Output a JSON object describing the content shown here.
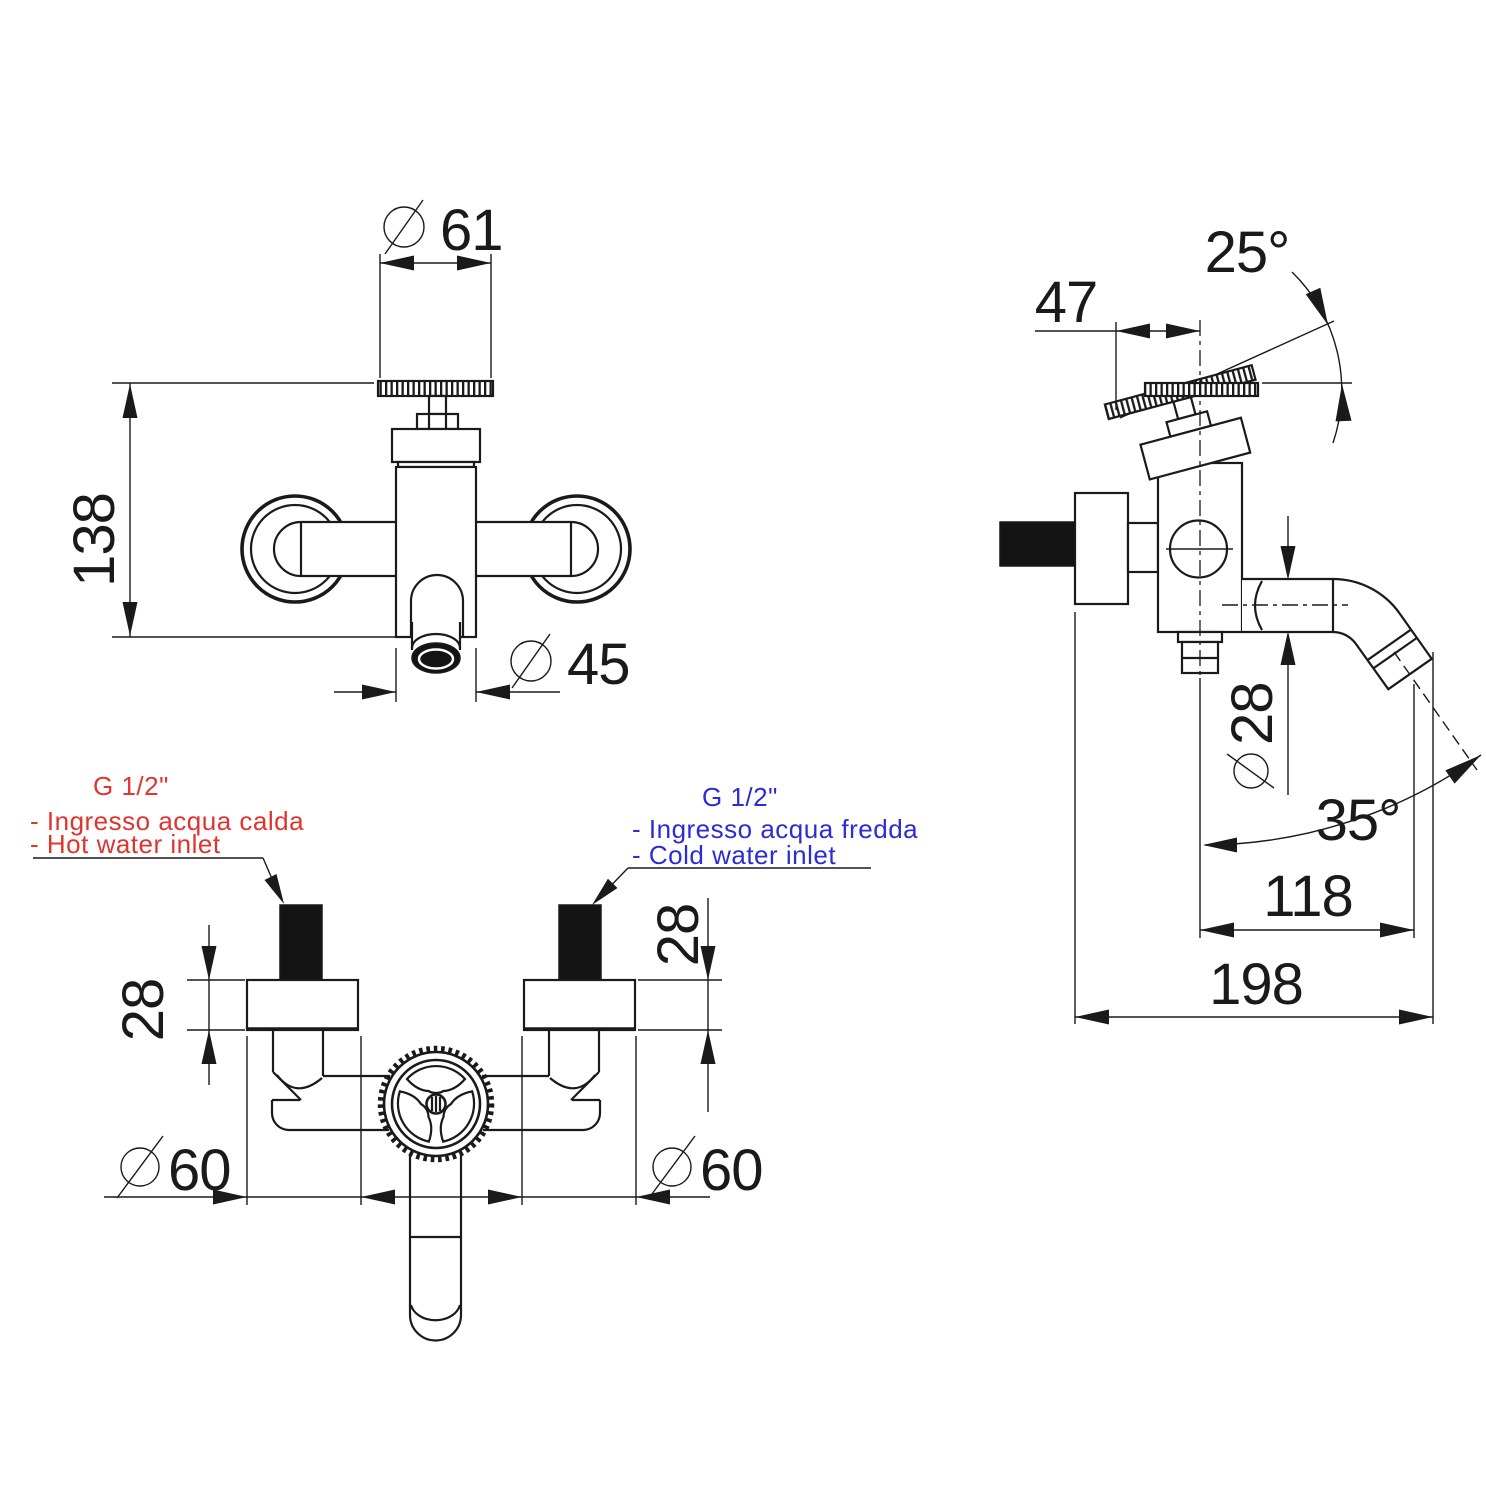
{
  "drawing": {
    "title": "wall-mounted faucet technical drawing",
    "background": "#ffffff",
    "line_color": "#1a1a1a",
    "hot_color": "#e0342f",
    "cold_color": "#2b2cd5",
    "views": {
      "front": {
        "dims": {
          "handle_diameter": {
            "symbol": "⌀",
            "value": "61"
          },
          "overall_height": {
            "value": "138"
          },
          "body_diameter": {
            "symbol": "⌀",
            "value": "45"
          }
        }
      },
      "side": {
        "dims": {
          "handle_offset": {
            "value": "47"
          },
          "handle_angle": {
            "value": "25°"
          },
          "spout_diameter": {
            "symbol": "⌀",
            "value": "28"
          },
          "spout_angle": {
            "value": "35°"
          },
          "spout_reach": {
            "value": "118"
          },
          "overall_depth": {
            "value": "198"
          }
        }
      },
      "plan": {
        "dims": {
          "left_flange_depth": {
            "value": "28"
          },
          "right_flange_depth": {
            "value": "28"
          },
          "left_flange_diameter": {
            "symbol": "⌀",
            "value": "60"
          },
          "right_flange_diameter": {
            "symbol": "⌀",
            "value": "60"
          }
        }
      }
    },
    "labels": {
      "hot": {
        "thread": "G 1/2\"",
        "line1": "- Ingresso acqua calda",
        "line2": "- Hot water inlet"
      },
      "cold": {
        "thread": "G 1/2\"",
        "line1": "- Ingresso acqua fredda",
        "line2": "- Cold water inlet"
      }
    }
  }
}
